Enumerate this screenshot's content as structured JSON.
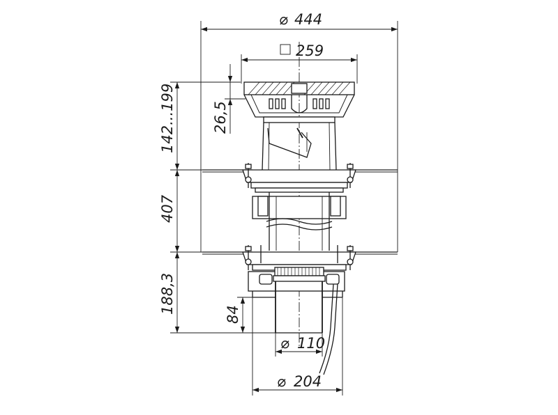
{
  "dimensions": {
    "outer_diameter": "444",
    "grate_size": "259",
    "adjust_height": "142...199",
    "grate_offset": "26,5",
    "middle_height": "407",
    "lower_height": "188,3",
    "pipe_length": "84",
    "pipe_diameter": "110",
    "flange_diameter": "204"
  },
  "symbols": {
    "diameter": "⌀",
    "square": "□"
  },
  "colors": {
    "line": "#1a1a1a",
    "background": "#ffffff"
  }
}
